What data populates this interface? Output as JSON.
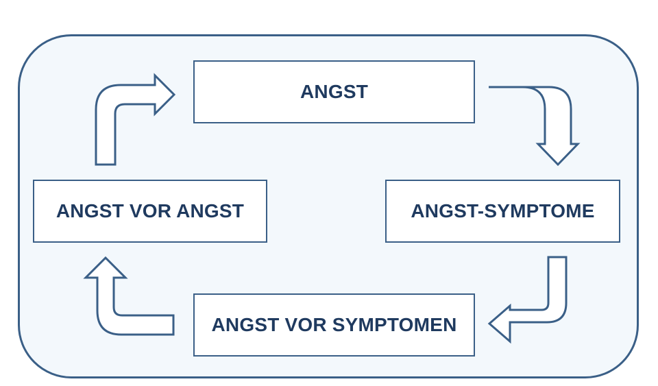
{
  "diagram": {
    "nodes": {
      "top": "ANGST",
      "right": "ANGST-SYMPTOME",
      "bottom": "ANGST VOR SYMPTOMEN",
      "left": "ANGST VOR ANGST"
    },
    "colors": {
      "border": "#3a5f87",
      "text": "#1f3a5f",
      "frame_fill": "#f3f8fc",
      "node_fill": "#ffffff"
    },
    "arrows": [
      {
        "from": "top",
        "to": "right",
        "icon": "curved-arrow-down-right-icon"
      },
      {
        "from": "right",
        "to": "bottom",
        "icon": "curved-arrow-down-left-icon"
      },
      {
        "from": "bottom",
        "to": "left",
        "icon": "curved-arrow-up-left-icon"
      },
      {
        "from": "left",
        "to": "top",
        "icon": "curved-arrow-up-right-icon"
      }
    ]
  }
}
